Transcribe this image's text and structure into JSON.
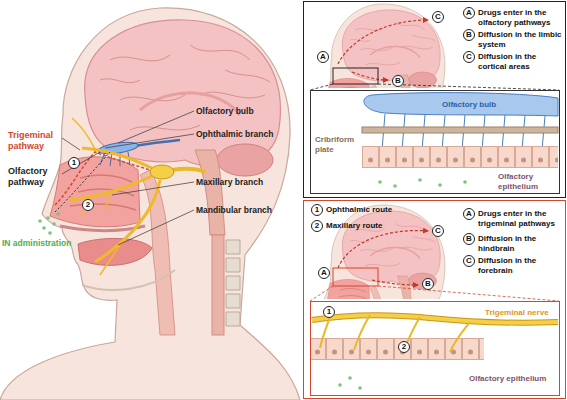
{
  "diagram": {
    "nodes": [
      {
        "text": [
          "1"
        ]
      },
      {
        "text": [
          "2"
        ]
      },
      {
        "text": [
          "Drugs enter in the olfactory pathways",
          "Diffusion in the limbic system",
          "Diffusion in the cortical areas"
        ]
      },
      {
        "text": [
          "A"
        ],
        "in": 2
      },
      {
        "text": [
          "B"
        ],
        "in": 2
      },
      {
        "text": [
          "C"
        ],
        "in": 2
      },
      {
        "text": [
          "A"
        ],
        "in": 2
      },
      {
        "text": [
          "B"
        ],
        "in": 2
      },
      {
        "text": [
          "C"
        ],
        "in": 2
      },
      {
        "text": [
          "Cribriform plate",
          "Olfactory bulb",
          "Olfactory epithelium"
        ],
        "in": 2
      },
      {
        "text": [
          "Ophthalmic route",
          "Maxillary route",
          "Drugs enter in the trigeminal pathways",
          "Diffusion in the hindbrain",
          "Diffusion in the forebrain"
        ]
      },
      {
        "text": [
          "A"
        ],
        "in": 10
      },
      {
        "text": [
          "B"
        ],
        "in": 10
      },
      {
        "text": [
          "C"
        ],
        "in": 10
      },
      {
        "text": [
          "1"
        ],
        "in": 10
      },
      {
        "text": [
          "2"
        ],
        "in": 10
      },
      {
        "text": [
          "A"
        ],
        "in": 10
      },
      {
        "text": [
          "B"
        ],
        "in": 10
      },
      {
        "text": [
          "C"
        ],
        "in": 10
      },
      {
        "text": [
          "Trigeminal nerve",
          "Olfactory epithelium"
        ],
        "in": 10
      },
      {
        "text": [
          "1"
        ],
        "in": 19
      },
      {
        "text": [
          "2"
        ],
        "in": 19
      }
    ],
    "labels": [
      "Trigeminal pathway",
      "Olfactory pathway",
      "IN administration",
      "Olfactory bulb",
      "Ophthalmic branch",
      "Maxillary branch",
      "Mandibular branch"
    ]
  }
}
